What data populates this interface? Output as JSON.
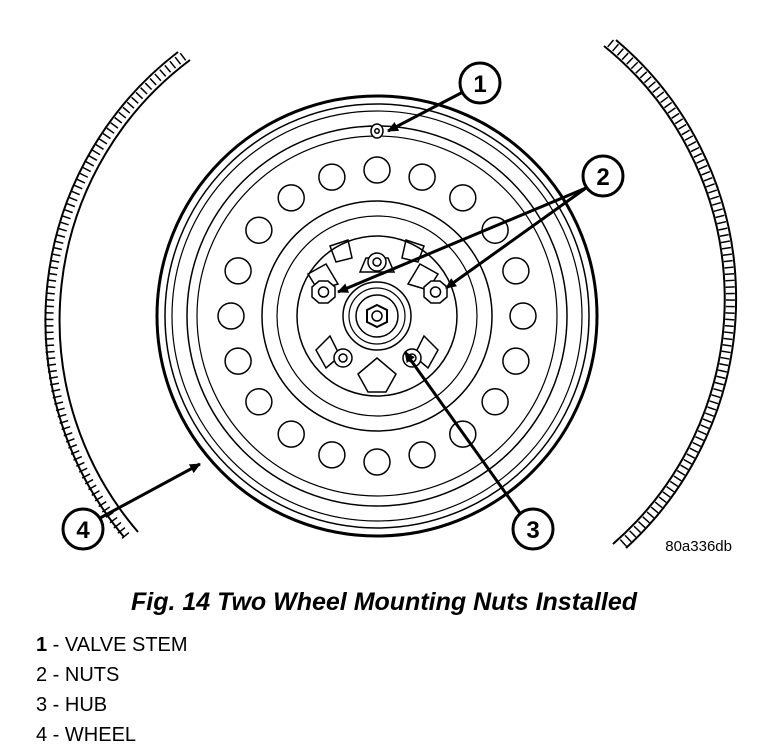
{
  "figure": {
    "reference_code": "80a336db",
    "callouts": [
      "1",
      "2",
      "3",
      "4"
    ]
  },
  "caption": "Fig. 14 Two Wheel Mounting Nuts Installed",
  "legend": [
    {
      "number": "1",
      "label": "VALVE STEM"
    },
    {
      "number": "2",
      "label": "NUTS"
    },
    {
      "number": "3",
      "label": "HUB"
    },
    {
      "number": "4",
      "label": "WHEEL"
    }
  ]
}
